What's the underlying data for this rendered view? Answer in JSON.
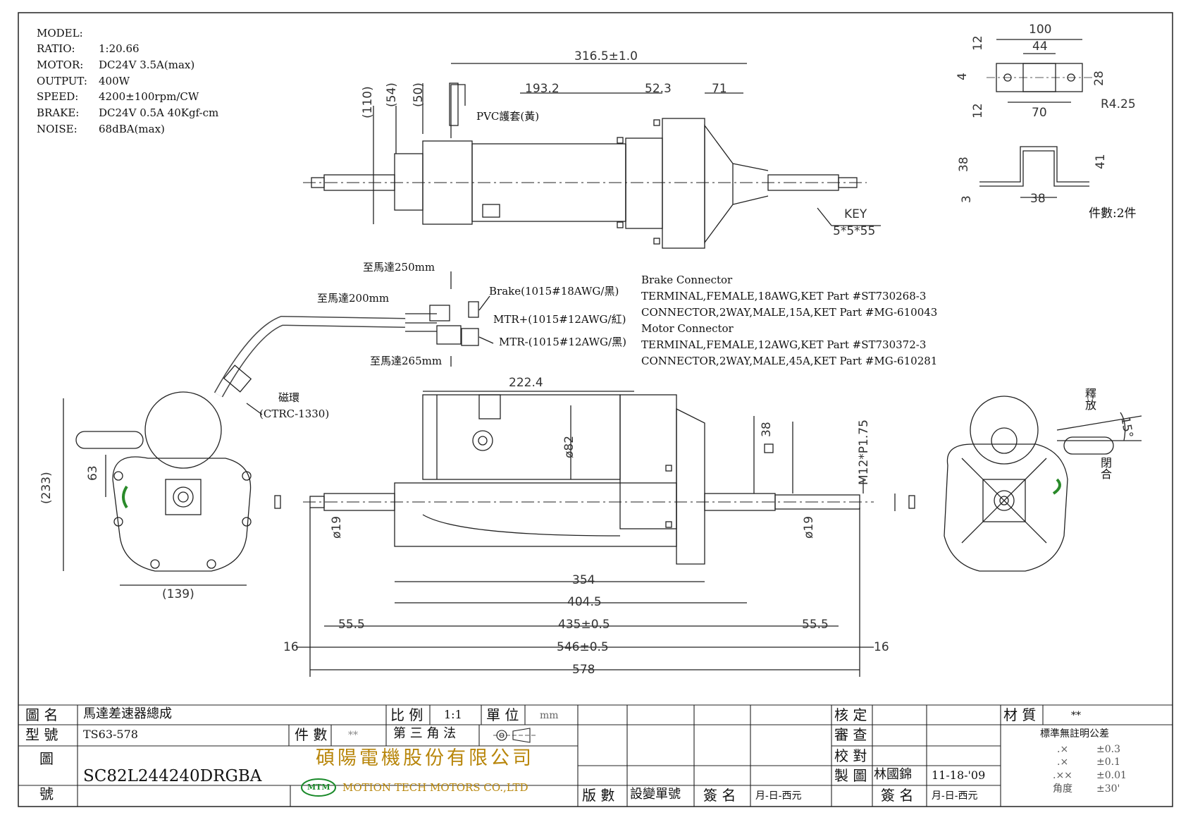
{
  "specs": [
    {
      "label": "MODEL:",
      "value": ""
    },
    {
      "label": "RATIO:",
      "value": "1:20.66"
    },
    {
      "label": "MOTOR:",
      "value": "DC24V  3.5A(max)"
    },
    {
      "label": "OUTPUT:",
      "value": "400W"
    },
    {
      "label": "SPEED:",
      "value": "4200±100rpm/CW"
    },
    {
      "label": "BRAKE:",
      "value": "DC24V 0.5A 40Kgf-cm"
    },
    {
      "label": "NOISE:",
      "value": "68dBA(max)"
    }
  ],
  "top_view": {
    "dim_overall": "316.5±1.0",
    "dim_193": "193.2",
    "dim_523": "52.3",
    "dim_71": "71",
    "dim_110": "(110)",
    "dim_54": "(54)",
    "dim_50": "(50)",
    "pvc_label": "PVC護套(黃)",
    "key_label": "KEY",
    "key_size": "5*5*55"
  },
  "bracket": {
    "dim_100": "100",
    "dim_44": "44",
    "dim_12a": "12",
    "dim_4": "4",
    "dim_28": "28",
    "dim_r425": "R4.25",
    "dim_12b": "12",
    "dim_70": "70",
    "dim_38a": "38",
    "dim_41": "41",
    "dim_3": "3",
    "dim_38b": "38",
    "qty": "件數:2件"
  },
  "wiring": {
    "len_250": "至馬達250mm",
    "len_200": "至馬達200mm",
    "len_265": "至馬達265mm",
    "brake_wire": "Brake(1015#18AWG/黑)",
    "mtr_plus": "MTR+(1015#12AWG/紅)",
    "mtr_minus": "MTR-(1015#12AWG/黑)",
    "ring_name": "磁環",
    "ring_part": "(CTRC-1330)"
  },
  "connectors": [
    "Brake Connector",
    "TERMINAL,FEMALE,18AWG,KET Part #ST730268-3",
    "CONNECTOR,2WAY,MALE,15A,KET Part #MG-610043",
    "Motor Connector",
    "TERMINAL,FEMALE,12AWG,KET Part #ST730372-3",
    "CONNECTOR,2WAY,MALE,45A,KET Part #MG-610281"
  ],
  "front_view": {
    "dim_2224": "222.4",
    "dim_82": "ø82",
    "dim_38": "38",
    "dim_m12": "M12*P1.75",
    "dim_19a": "ø19",
    "dim_19b": "ø19",
    "dim_354": "354",
    "dim_4045": "404.5",
    "dim_555a": "55.5",
    "dim_435": "435±0.5",
    "dim_555b": "55.5",
    "dim_16a": "16",
    "dim_546": "546±0.5",
    "dim_16b": "16",
    "dim_578": "578"
  },
  "left_view": {
    "dim_233": "(233)",
    "dim_63": "63",
    "dim_139": "(139)"
  },
  "right_view": {
    "release": "釋放",
    "close": "閉合",
    "angle": "15°"
  },
  "title_block": {
    "name_label": "圖 名",
    "name_value": "馬達差速器總成",
    "scale_label": "比 例",
    "scale_value": "1:1",
    "unit_label": "單 位",
    "unit_value": "mm",
    "type_label": "型 號",
    "type_value": "TS63-578",
    "qty_label": "件 數",
    "qty_value": "**",
    "projection": "第 三 角 法",
    "drawing_no_label_1": "圖",
    "drawing_no_label_2": "號",
    "drawing_no": "SC82L244240DRGBA",
    "company_cn": "碩陽電機股份有限公司",
    "company_logo": "MTM",
    "company_en": "MOTION  TECH  MOTORS  CO.,LTD",
    "rev_label": "版 數",
    "change_label": "設變單號",
    "sign_label": "簽 名",
    "date_label": "月-日-西元",
    "approve_label": "核 定",
    "review_label": "審 查",
    "check_label": "校 對",
    "draw_label": "製 圖",
    "drawer": "林國錦",
    "draw_date": "11-18-'09",
    "sign_label_2": "簽 名",
    "date_label_2": "月-日-西元",
    "material_label": "材 質",
    "material_value": "**",
    "tol_title": "標準無註明公差",
    "tolerances": [
      {
        "k": ".×",
        "v": "±0.3"
      },
      {
        "k": ".×",
        "v": "±0.1"
      },
      {
        "k": ".××",
        "v": "±0.01"
      },
      {
        "k": "角度",
        "v": "±30'"
      }
    ]
  }
}
